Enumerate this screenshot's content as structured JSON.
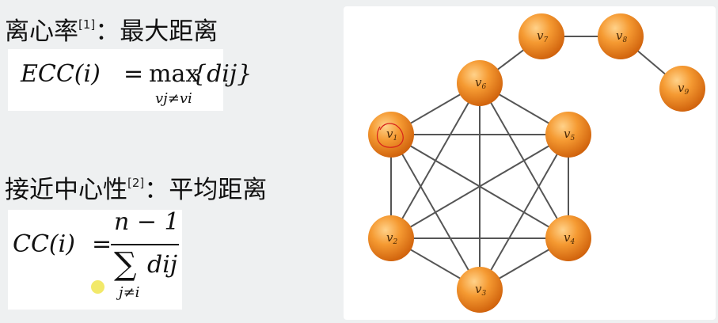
{
  "left": {
    "ecc": {
      "heading": "离心率",
      "ref": "[1]",
      "desc": "：最大距离",
      "lhs": "ECC(i)",
      "op": "=",
      "max": "max",
      "sub": "vj≠vi",
      "term": "{dij}"
    },
    "cc": {
      "heading": "接近中心性",
      "ref": "[2]",
      "desc": "：平均距离",
      "lhs": "CC(i)",
      "op": "=",
      "numerator": "n − 1",
      "sum": "∑",
      "denominator": "dij",
      "sub": "j≠i"
    }
  },
  "graph": {
    "node_color": "#f08a24",
    "edge_color": "#555555",
    "nodes": [
      {
        "id": "v1",
        "label": "v1"
      },
      {
        "id": "v2",
        "label": "v2"
      },
      {
        "id": "v3",
        "label": "v3"
      },
      {
        "id": "v4",
        "label": "v4"
      },
      {
        "id": "v5",
        "label": "v5"
      },
      {
        "id": "v6",
        "label": "v6"
      },
      {
        "id": "v7",
        "label": "v7"
      },
      {
        "id": "v8",
        "label": "v8"
      },
      {
        "id": "v9",
        "label": "v9"
      }
    ],
    "edges": [
      [
        "v1",
        "v2"
      ],
      [
        "v1",
        "v3"
      ],
      [
        "v1",
        "v4"
      ],
      [
        "v1",
        "v5"
      ],
      [
        "v1",
        "v6"
      ],
      [
        "v2",
        "v3"
      ],
      [
        "v2",
        "v4"
      ],
      [
        "v2",
        "v5"
      ],
      [
        "v2",
        "v6"
      ],
      [
        "v3",
        "v4"
      ],
      [
        "v3",
        "v5"
      ],
      [
        "v3",
        "v6"
      ],
      [
        "v4",
        "v5"
      ],
      [
        "v4",
        "v6"
      ],
      [
        "v5",
        "v6"
      ],
      [
        "v6",
        "v7"
      ],
      [
        "v7",
        "v8"
      ],
      [
        "v8",
        "v9"
      ]
    ]
  }
}
